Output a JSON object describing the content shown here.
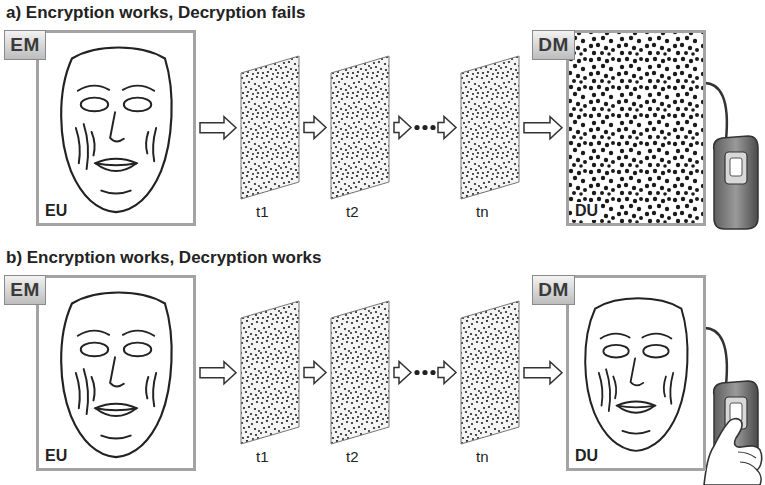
{
  "diagram": {
    "nodes": [
      {
        "text": [
          "EM"
        ]
      },
      {
        "text": [
          "EU"
        ]
      },
      {
        "text": [
          "t1"
        ]
      },
      {
        "text": [
          "t2"
        ]
      },
      {
        "text": [
          "tn"
        ]
      },
      {
        "text": [
          "DM"
        ]
      },
      {
        "text": [
          "DU"
        ]
      },
      {
        "text": [
          "EM"
        ]
      },
      {
        "text": [
          "EU"
        ]
      },
      {
        "text": [
          "t1"
        ]
      },
      {
        "text": [
          "t2"
        ]
      },
      {
        "text": [
          "tn"
        ]
      },
      {
        "text": [
          "DM"
        ]
      },
      {
        "text": [
          "DU"
        ]
      }
    ],
    "edges": [
      {
        "from": 1,
        "to": 2,
        "arrow": "to"
      },
      {
        "from": 2,
        "to": 3,
        "arrow": "to"
      },
      {
        "from": 3,
        "to": 4,
        "arrow": "to"
      },
      {
        "from": 4,
        "to": 6,
        "arrow": "to"
      },
      {
        "from": 8,
        "to": 9,
        "arrow": "to"
      },
      {
        "from": 9,
        "to": 10,
        "arrow": "to"
      },
      {
        "from": 10,
        "to": 11,
        "arrow": "to"
      },
      {
        "from": 11,
        "to": 13,
        "arrow": "to"
      }
    ],
    "labels": [
      "a) Encryption works, Decryption fails",
      "b) Encryption works, Decryption works"
    ]
  }
}
